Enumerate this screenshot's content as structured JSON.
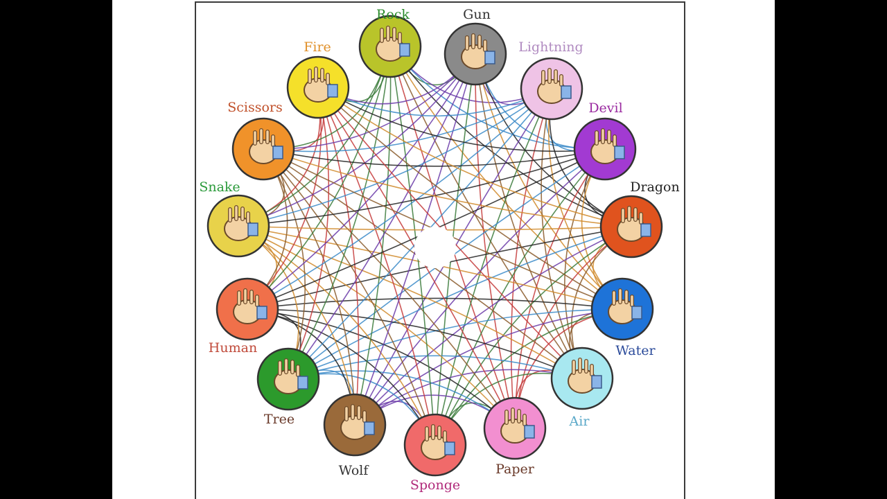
{
  "diagram": {
    "nodes": [
      {
        "id": "rock",
        "label": "Rock",
        "color": "#b9c42a",
        "label_color": "#2a8a2a"
      },
      {
        "id": "gun",
        "label": "Gun",
        "color": "#8a8a8a",
        "label_color": "#333333"
      },
      {
        "id": "lightning",
        "label": "Lightning",
        "color": "#efc3e6",
        "label_color": "#b08ac0"
      },
      {
        "id": "devil",
        "label": "Devil",
        "color": "#a23ad2",
        "label_color": "#9a2aa0"
      },
      {
        "id": "dragon",
        "label": "Dragon",
        "color": "#e0531e",
        "label_color": "#222222"
      },
      {
        "id": "water",
        "label": "Water",
        "color": "#1e73d8",
        "label_color": "#2a4a9a"
      },
      {
        "id": "air",
        "label": "Air",
        "color": "#a8e8f0",
        "label_color": "#5aa8c8"
      },
      {
        "id": "paper",
        "label": "Paper",
        "color": "#f28fd0",
        "label_color": "#6a3a2a"
      },
      {
        "id": "sponge",
        "label": "Sponge",
        "color": "#f06a6a",
        "label_color": "#b02a7a"
      },
      {
        "id": "wolf",
        "label": "Wolf",
        "color": "#9a6a3a",
        "label_color": "#333333"
      },
      {
        "id": "tree",
        "label": "Tree",
        "color": "#2c9a2c",
        "label_color": "#6a3a2a"
      },
      {
        "id": "human",
        "label": "Human",
        "color": "#f0704a",
        "label_color": "#c04a3a"
      },
      {
        "id": "snake",
        "label": "Snake",
        "color": "#e8d24a",
        "label_color": "#2a9a3a"
      },
      {
        "id": "scissors",
        "label": "Scissors",
        "color": "#f0922a",
        "label_color": "#c0502a"
      },
      {
        "id": "fire",
        "label": "Fire",
        "color": "#f5e02a",
        "label_color": "#e0902a"
      }
    ],
    "line_colors": [
      "#c43a3a",
      "#3a7a3a",
      "#6a3aa8",
      "#3a8ac8",
      "#222222",
      "#d08a2a",
      "#8a5a2a"
    ]
  }
}
